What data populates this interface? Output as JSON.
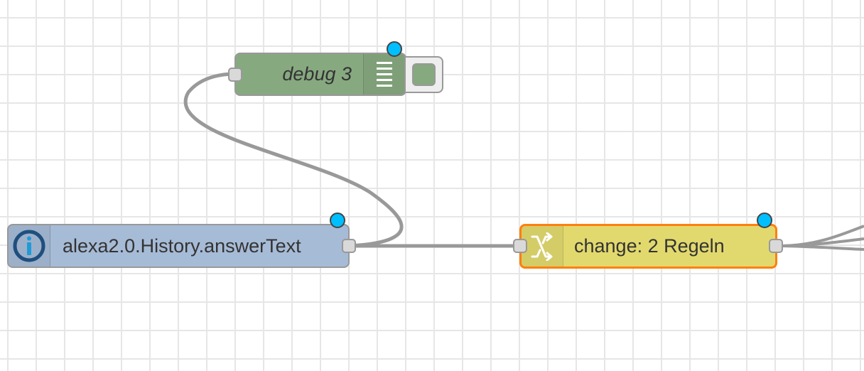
{
  "flow": {
    "nodes": {
      "debug": {
        "label": "debug 3",
        "color": "#87a980",
        "icon": "list-icon"
      },
      "iobroker": {
        "label": "alexa2.0.History.answerText",
        "color": "#a6bbd6",
        "icon": "iobroker-info-icon"
      },
      "change": {
        "label": "change: 2 Regeln",
        "color": "#e2d96e",
        "border_color": "#ff7f0e",
        "icon": "shuffle-icon"
      }
    },
    "colors": {
      "wire": "#999999",
      "grid_line": "#e6e6e6",
      "status_dot": "#00bfff"
    }
  }
}
